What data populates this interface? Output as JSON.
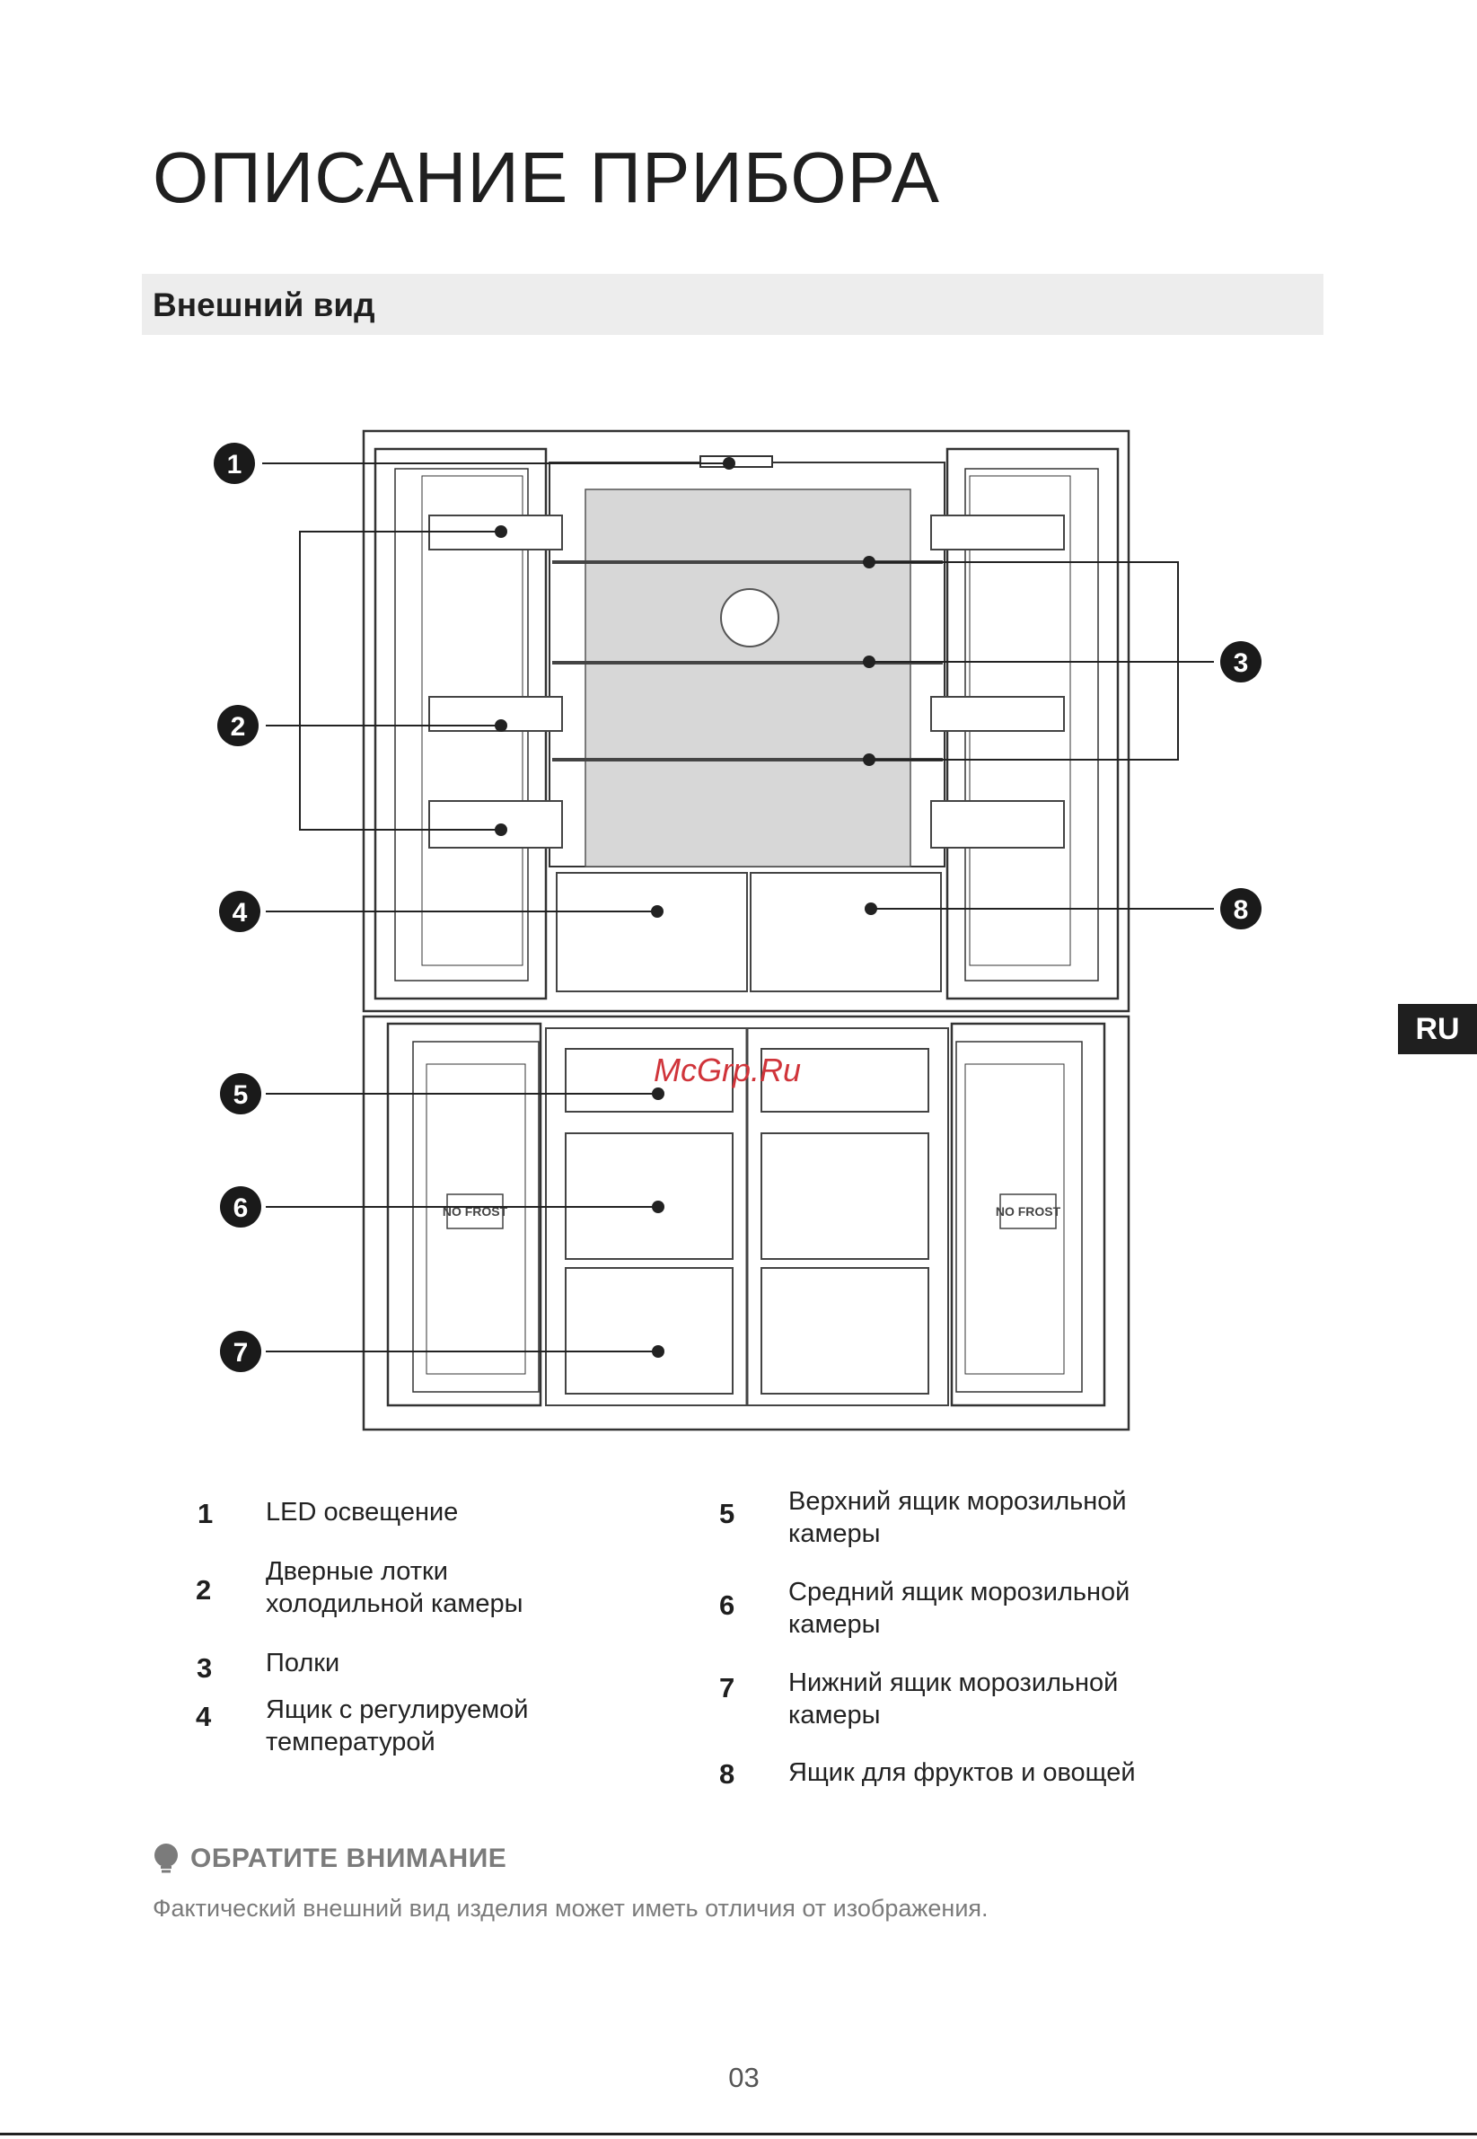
{
  "page": {
    "title": "ОПИСАНИЕ ПРИБОРА",
    "section_title": "Внешний вид",
    "lang_badge": "RU",
    "page_number": "03"
  },
  "diagram": {
    "callouts": [
      "1",
      "2",
      "3",
      "4",
      "5",
      "6",
      "7",
      "8"
    ],
    "watermark": "McGrp.Ru",
    "door_label": "NO FROST"
  },
  "legend": [
    {
      "num": "1",
      "text": "LED освещение"
    },
    {
      "num": "2",
      "text": "Дверные лотки холодильной камеры"
    },
    {
      "num": "3",
      "text": "Полки"
    },
    {
      "num": "4",
      "text": "Ящик с регулируемой температурой"
    },
    {
      "num": "5",
      "text": "Верхний ящик морозильной камеры"
    },
    {
      "num": "6",
      "text": "Средний ящик морозильной камеры"
    },
    {
      "num": "7",
      "text": "Нижний ящик морозильной камеры"
    },
    {
      "num": "8",
      "text": "Ящик для фруктов и овощей"
    }
  ],
  "note": {
    "title": "ОБРАТИТЕ ВНИМАНИЕ",
    "text": "Фактический внешний вид изделия может иметь отличия от изображения.",
    "icon": "lightbulb-icon"
  }
}
